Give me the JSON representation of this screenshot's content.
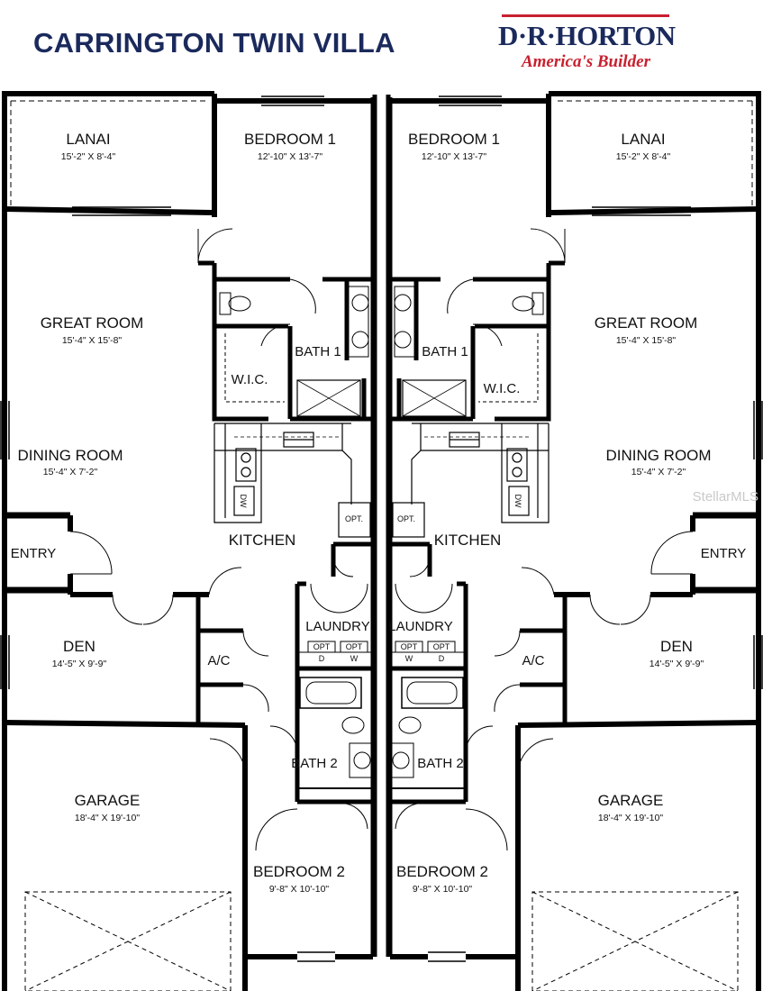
{
  "header": {
    "title": "CARRINGTON TWIN VILLA",
    "brand": "D·R·HORTON",
    "tagline": "America's Builder",
    "brand_colors": {
      "navy": "#1b2a5c",
      "red": "#c8202f"
    }
  },
  "watermark": "StellarMLS",
  "rooms": {
    "left": {
      "lanai": {
        "name": "LANAI",
        "dim": "15'-2\" X 8'-4\""
      },
      "bedroom1": {
        "name": "BEDROOM 1",
        "dim": "12'-10\" X 13'-7\""
      },
      "great_room": {
        "name": "GREAT ROOM",
        "dim": "15'-4\" X 15'-8\""
      },
      "bath1": {
        "name": "BATH 1"
      },
      "wic": {
        "name": "W.I.C."
      },
      "dining_room": {
        "name": "DINING ROOM",
        "dim": "15'-4\" X 7'-2\""
      },
      "dw": {
        "name": "DW"
      },
      "opt": {
        "name": "OPT."
      },
      "kitchen": {
        "name": "KITCHEN"
      },
      "entry": {
        "name": "ENTRY"
      },
      "laundry": {
        "name": "LAUNDRY"
      },
      "laundry_opt1": {
        "name": "OPT"
      },
      "laundry_opt2": {
        "name": "OPT"
      },
      "laundry_d": {
        "name": "D"
      },
      "laundry_w": {
        "name": "W"
      },
      "den": {
        "name": "DEN",
        "dim": "14'-5\" X 9'-9\""
      },
      "ac": {
        "name": "A/C"
      },
      "bath2": {
        "name": "BATH 2"
      },
      "garage": {
        "name": "GARAGE",
        "dim": "18'-4\" X 19'-10\""
      },
      "bedroom2": {
        "name": "BEDROOM 2",
        "dim": "9'-8\" X 10'-10\""
      }
    },
    "right": {
      "lanai": {
        "name": "LANAI",
        "dim": "15'-2\" X 8'-4\""
      },
      "bedroom1": {
        "name": "BEDROOM 1",
        "dim": "12'-10\" X 13'-7\""
      },
      "great_room": {
        "name": "GREAT ROOM",
        "dim": "15'-4\" X 15'-8\""
      },
      "bath1": {
        "name": "BATH 1"
      },
      "wic": {
        "name": "W.I.C."
      },
      "dining_room": {
        "name": "DINING ROOM",
        "dim": "15'-4\" X 7'-2\""
      },
      "dw": {
        "name": "DW"
      },
      "opt": {
        "name": "OPT."
      },
      "kitchen": {
        "name": "KITCHEN"
      },
      "entry": {
        "name": "ENTRY"
      },
      "laundry": {
        "name": "LAUNDRY"
      },
      "laundry_opt1": {
        "name": "OPT"
      },
      "laundry_opt2": {
        "name": "OPT"
      },
      "laundry_d": {
        "name": "D"
      },
      "laundry_w": {
        "name": "W"
      },
      "den": {
        "name": "DEN",
        "dim": "14'-5\" X 9'-9\""
      },
      "ac": {
        "name": "A/C"
      },
      "bath2": {
        "name": "BATH 2"
      },
      "garage": {
        "name": "GARAGE",
        "dim": "18'-4\" X 19'-10\""
      },
      "bedroom2": {
        "name": "BEDROOM 2",
        "dim": "9'-8\" X 10'-10\""
      }
    }
  }
}
